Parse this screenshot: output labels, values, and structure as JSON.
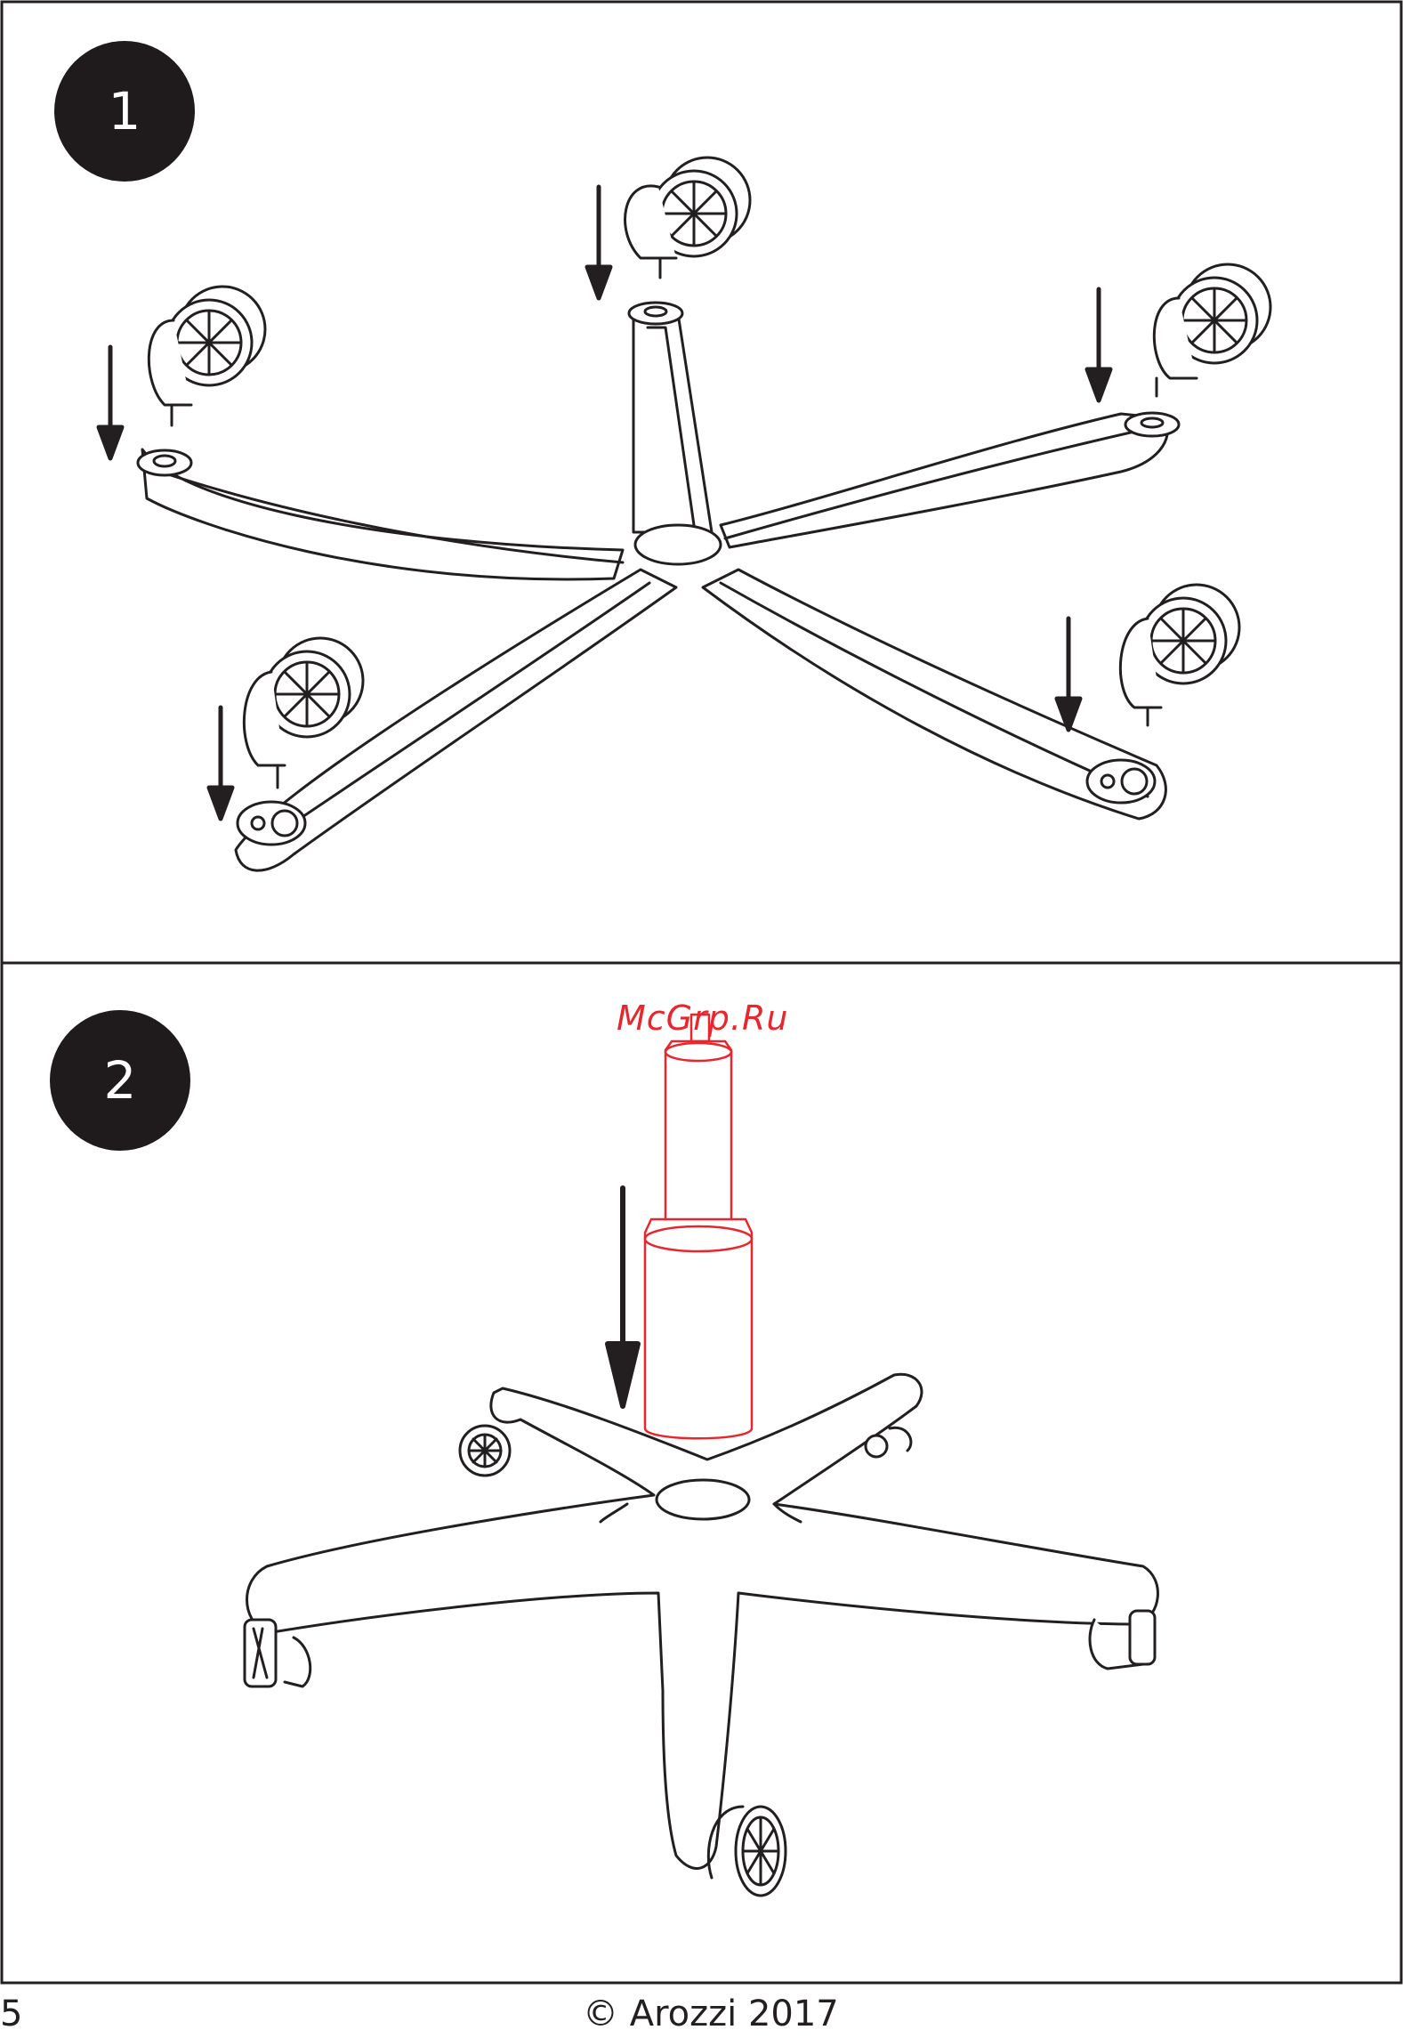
{
  "steps": [
    {
      "number": "1"
    },
    {
      "number": "2"
    }
  ],
  "watermark": "McGrp.Ru",
  "footer": {
    "page_number": "5",
    "copyright": "© Arozzi 2017"
  },
  "colors": {
    "line": "#231f20",
    "badge": "#1f1a1b",
    "highlight": "#e8262d"
  },
  "icons": [
    "arrow-down-icon",
    "caster-wheel-icon",
    "gas-lift-icon",
    "chair-base-icon"
  ]
}
